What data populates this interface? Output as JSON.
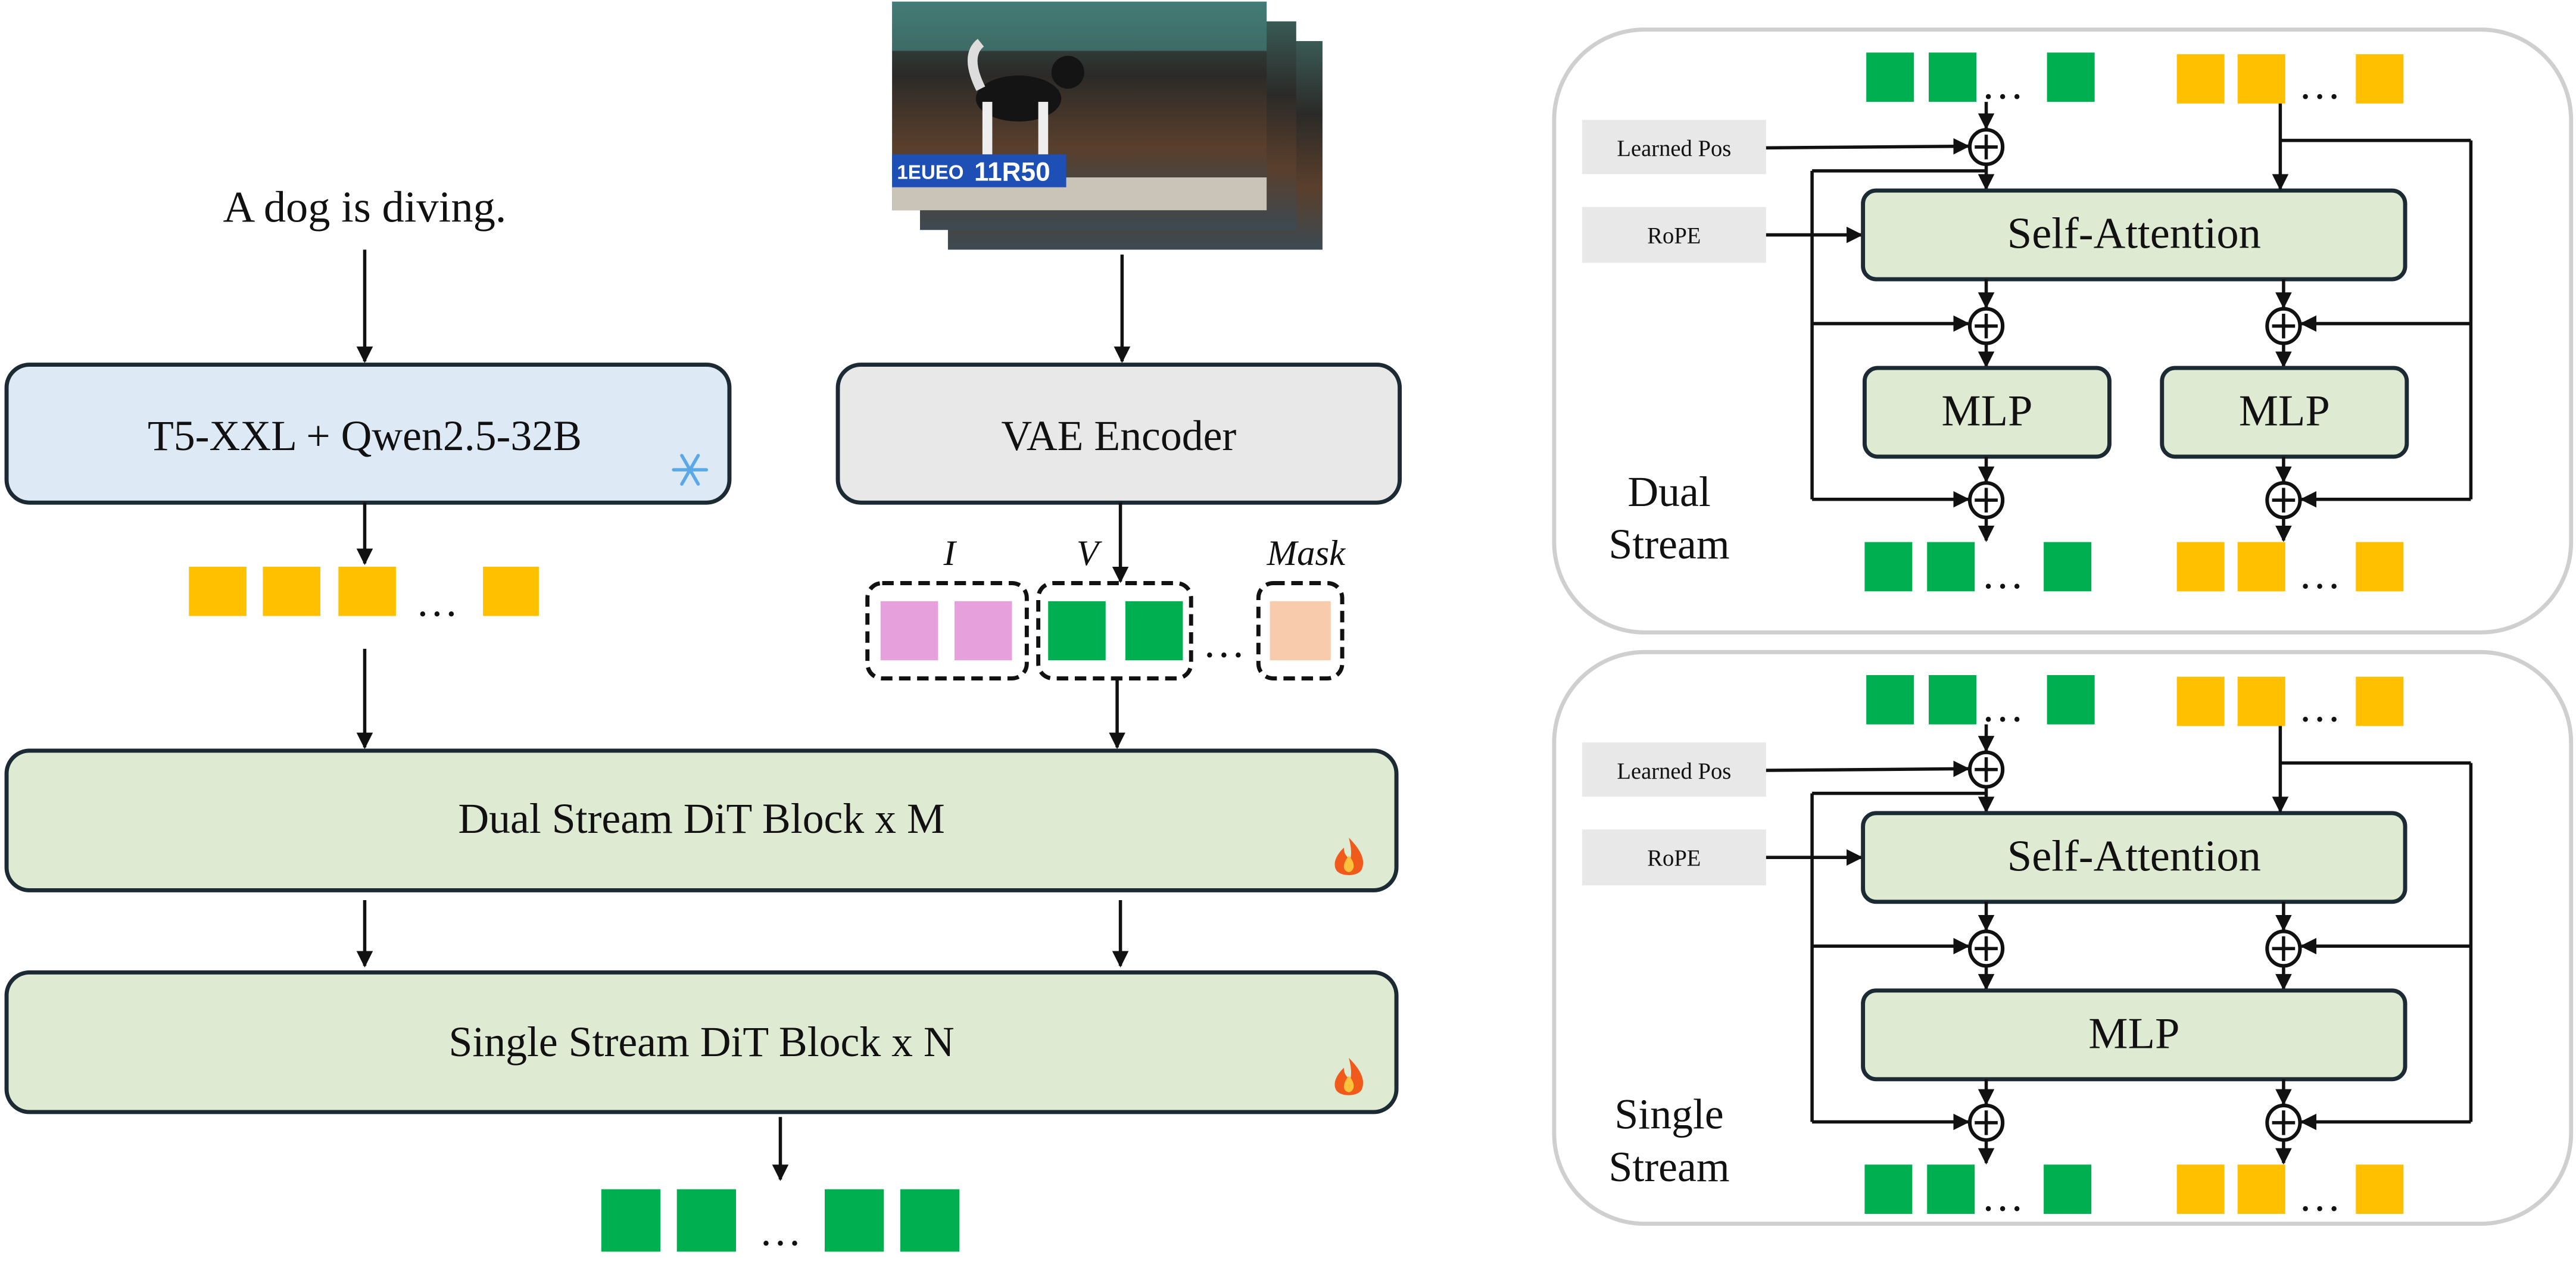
{
  "prompt": "A dog is diving.",
  "text_encoder": {
    "label": "T5-XXL + Qwen2.5-32B",
    "icon": "snowflake-icon",
    "fill": "#dde9f5"
  },
  "vae_encoder": {
    "label": "VAE Encoder",
    "fill": "#e8e8e8"
  },
  "input_photo_text": {
    "left": "1EUEO",
    "right": "11R50"
  },
  "latent_groups": {
    "image_label": "I",
    "video_label": "V",
    "mask_label": "Mask"
  },
  "ellipsis": "…",
  "dual_block": {
    "label": "Dual Stream DiT Block x M",
    "icon": "fire-icon"
  },
  "single_block": {
    "label": "Single Stream DiT Block x N",
    "icon": "fire-icon"
  },
  "colors": {
    "text_token": "#ffc000",
    "video_token": "#00b050",
    "image_token": "#e6a0dc",
    "mask_token": "#f8cbad",
    "block_fill": "#dfead3",
    "pos_box": "#e8e8e8"
  },
  "panels": [
    {
      "title_line1": "Dual",
      "title_line2": "Stream",
      "learned_pos": "Learned Pos",
      "rope": "RoPE",
      "attention": "Self-Attention",
      "mlp_left": "MLP",
      "mlp_right": "MLP"
    },
    {
      "title_line1": "Single",
      "title_line2": "Stream",
      "learned_pos": "Learned Pos",
      "rope": "RoPE",
      "attention": "Self-Attention",
      "mlp": "MLP"
    }
  ]
}
